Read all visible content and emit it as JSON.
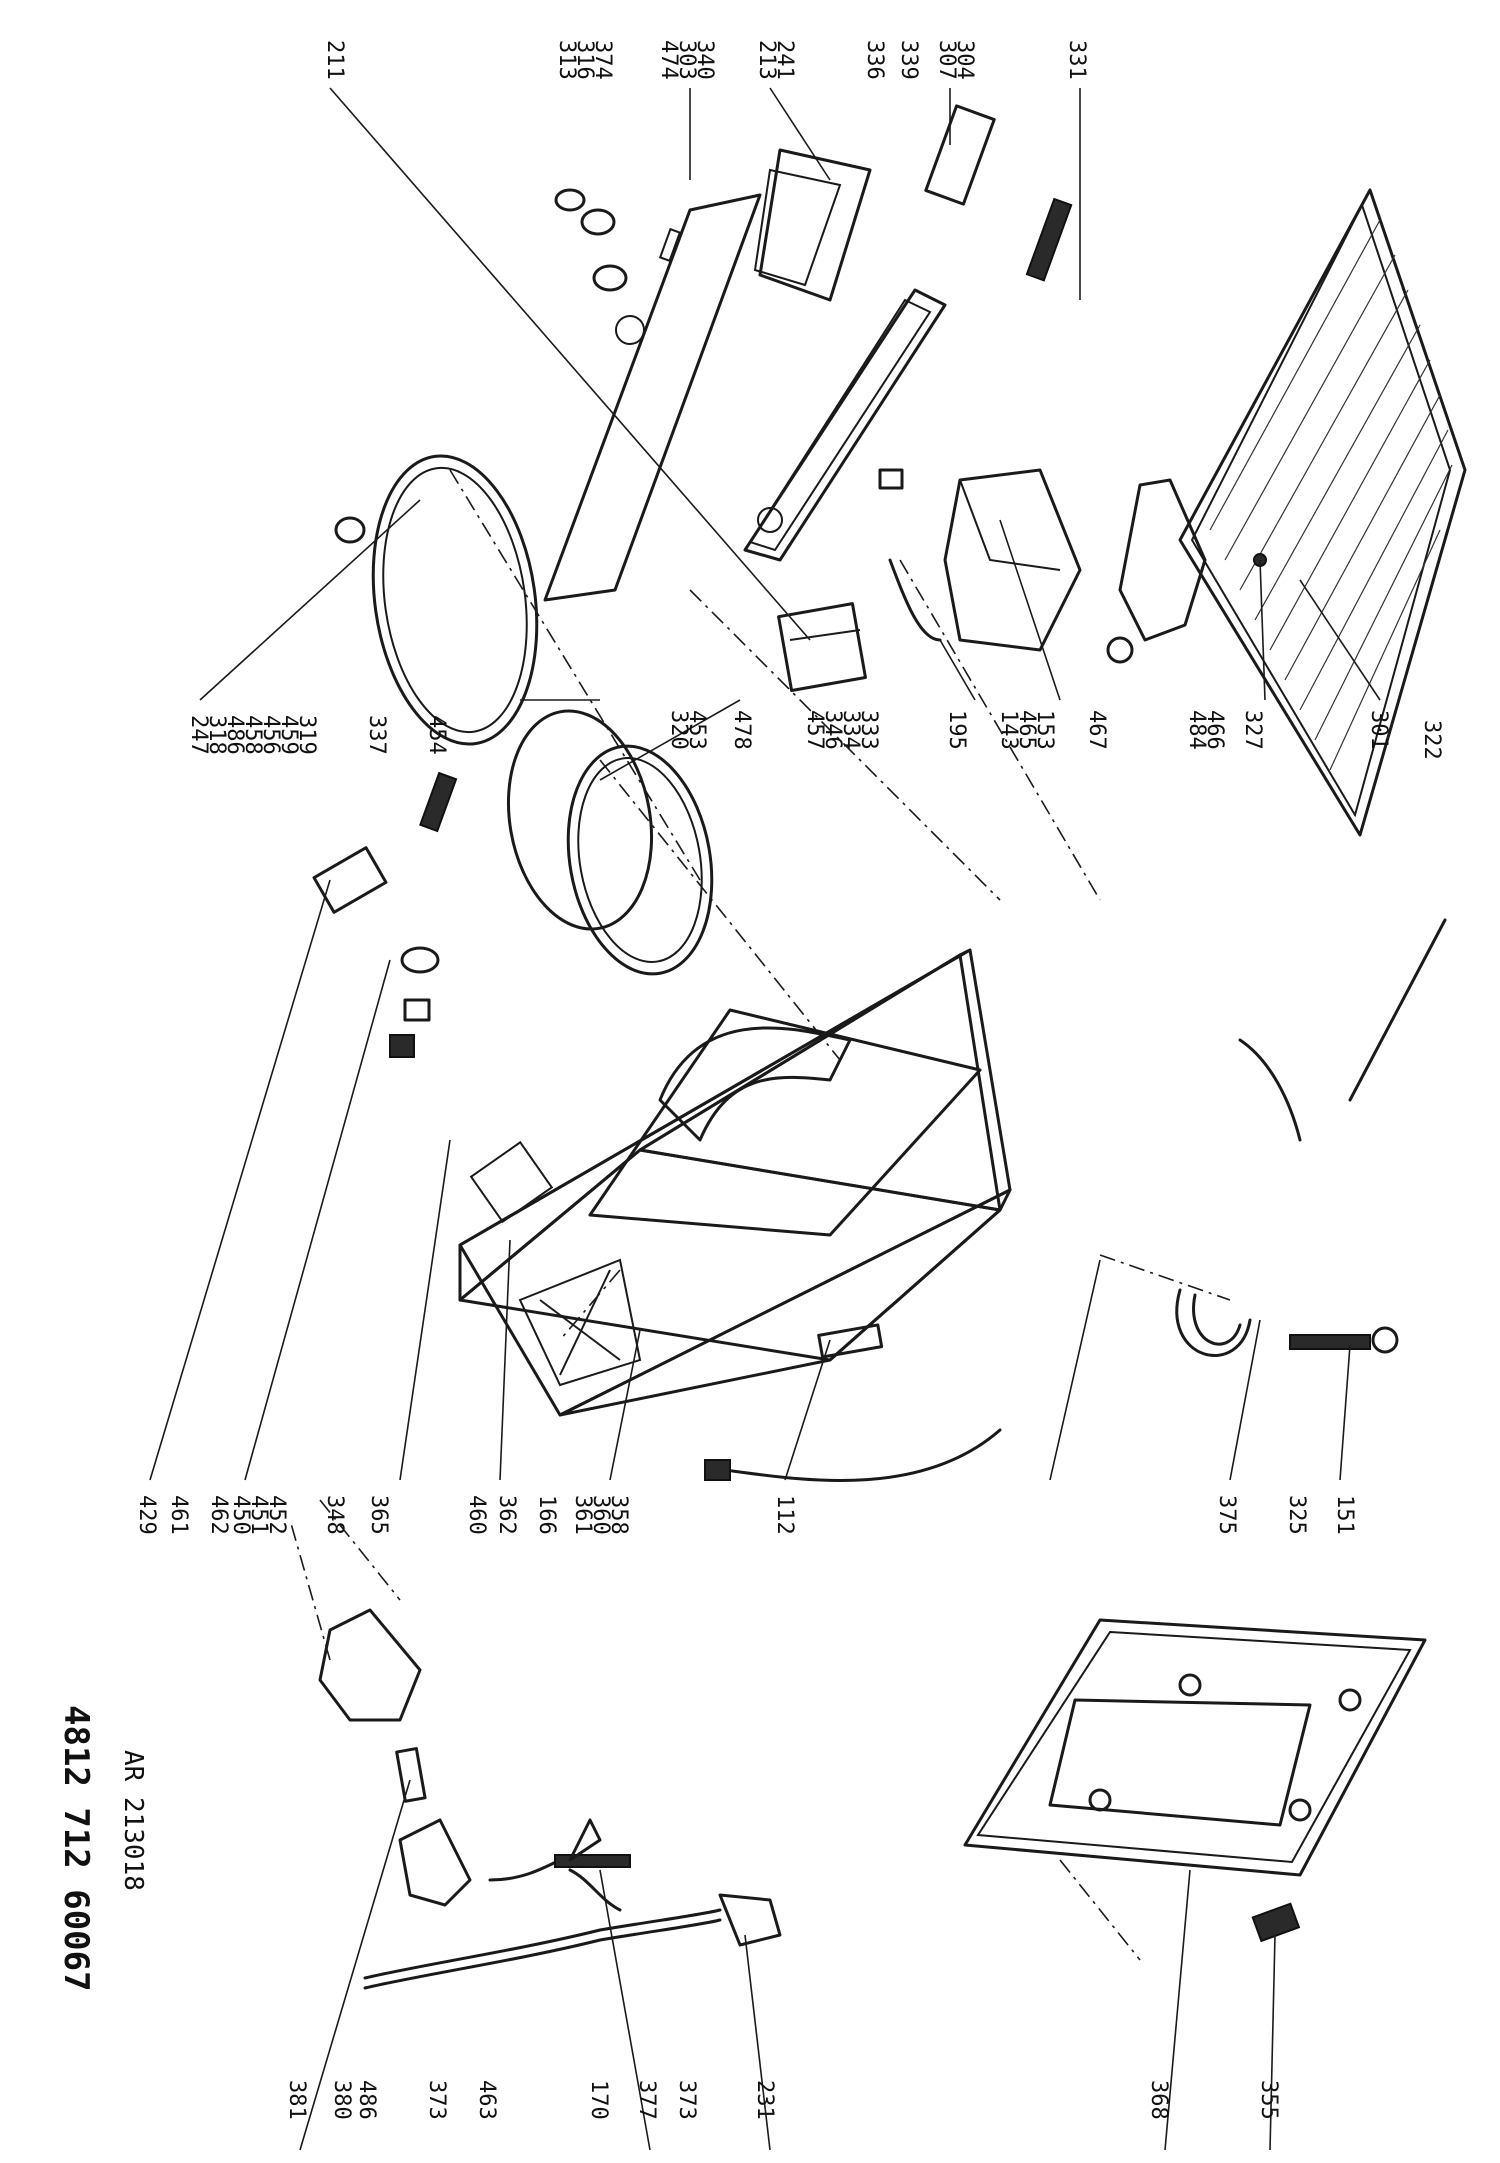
{
  "document": {
    "reference": "AR 213018",
    "part_number": "4812 712 60067"
  },
  "callouts_left": [
    "211",
    "474",
    "303",
    "340",
    "313",
    "316",
    "374",
    "213",
    "241",
    "336",
    "339",
    "307",
    "304",
    "331",
    "301",
    "322",
    "327",
    "484",
    "466",
    "467",
    "153",
    "465",
    "143",
    "195",
    "333",
    "334",
    "346",
    "457",
    "478",
    "453",
    "320",
    "454",
    "337",
    "319",
    "459",
    "456",
    "458",
    "486",
    "318",
    "247"
  ],
  "callouts_middle": [
    "429",
    "461",
    "462",
    "450",
    "451",
    "452",
    "348",
    "365",
    "460",
    "362",
    "166",
    "361",
    "360",
    "358",
    "112",
    "375",
    "325",
    "151"
  ],
  "callouts_right": [
    "381",
    "380",
    "463",
    "170",
    "377",
    "373",
    "231",
    "373",
    "486",
    "368",
    "355"
  ]
}
